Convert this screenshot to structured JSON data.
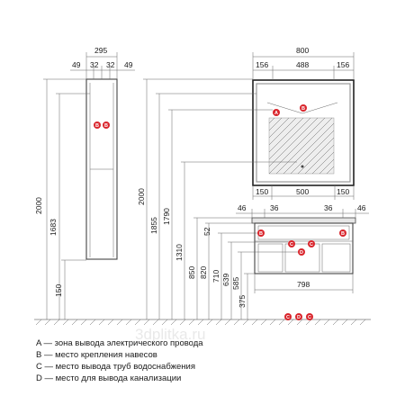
{
  "column": {
    "total_width": "295",
    "sub_dims": [
      "49",
      "32",
      "32",
      "49"
    ],
    "height_total": "2000",
    "height_top": "1683",
    "height_bottom": "150"
  },
  "mirror": {
    "total_width": "800",
    "top_dims": [
      "156",
      "488",
      "156"
    ],
    "bottom_dims": [
      "150",
      "500",
      "150"
    ]
  },
  "vanity": {
    "top_dims": [
      "46",
      "36",
      "36",
      "46"
    ],
    "width": "798"
  },
  "verticals": [
    "2000",
    "1855",
    "1790",
    "1310",
    "850",
    "820",
    "710",
    "639",
    "585",
    "375",
    "52"
  ],
  "markers": {
    "A": "A",
    "B": "B",
    "C": "C",
    "D": "D"
  },
  "legend": [
    "A — зона вывода электрического провода",
    "B — место крепления навесов",
    "C — место вывода труб водоснабжения",
    "D — место для вывода канализации"
  ],
  "watermark": "3dplitka.ru",
  "colors": {
    "marker": "#d9252c",
    "ink": "#333333"
  }
}
